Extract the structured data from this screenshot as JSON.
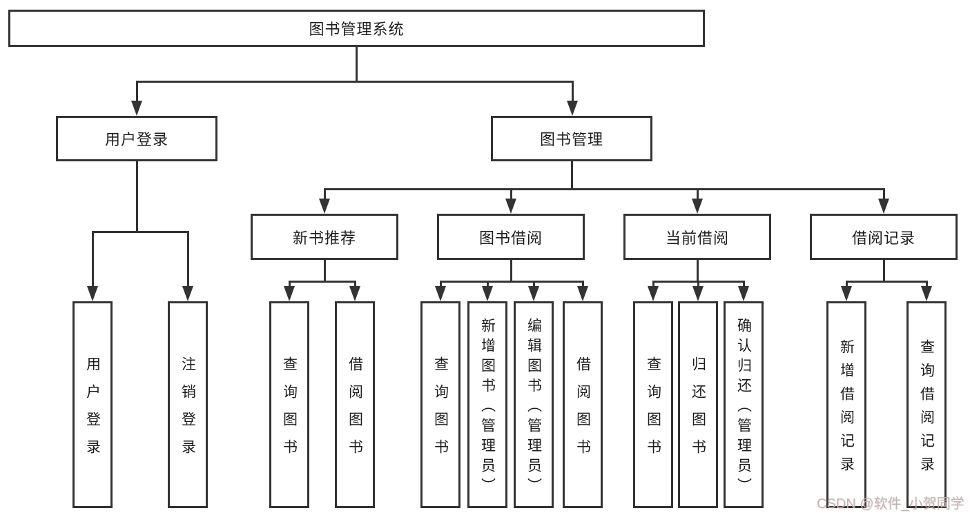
{
  "diagram": {
    "root": {
      "label": "图书管理系统"
    },
    "level2": [
      {
        "label": "用户登录"
      },
      {
        "label": "图书管理"
      }
    ],
    "level3": [
      {
        "label": "新书推荐"
      },
      {
        "label": "图书借阅"
      },
      {
        "label": "当前借阅"
      },
      {
        "label": "借阅记录"
      }
    ],
    "leaves": [
      "用户登录",
      "注销登录",
      "查询图书",
      "借阅图书",
      "查询图书",
      "新增图书（管理员）",
      "编辑图书（管理员）",
      "借阅图书",
      "查询图书",
      "归还图书",
      "确认归还（管理员）",
      "新增借阅记录",
      "查询借阅记录"
    ],
    "edges": [
      {
        "from": "图书管理系统",
        "to": [
          "用户登录",
          "图书管理"
        ]
      },
      {
        "from": "用户登录",
        "to": [
          "用户登录",
          "注销登录"
        ]
      },
      {
        "from": "图书管理",
        "to": [
          "新书推荐",
          "图书借阅",
          "当前借阅",
          "借阅记录"
        ]
      },
      {
        "from": "新书推荐",
        "to": [
          "查询图书",
          "借阅图书"
        ]
      },
      {
        "from": "图书借阅",
        "to": [
          "查询图书",
          "新增图书（管理员）",
          "编辑图书（管理员）",
          "借阅图书"
        ]
      },
      {
        "from": "当前借阅",
        "to": [
          "查询图书",
          "归还图书",
          "确认归还（管理员）"
        ]
      },
      {
        "from": "借阅记录",
        "to": [
          "新增借阅记录",
          "查询借阅记录"
        ]
      }
    ],
    "watermark": "CSDN @软件_小贺同学",
    "colors": {
      "line": "#333333",
      "text": "#1d1d1d",
      "background": "#ffffff",
      "watermark": "#bbb2b2"
    }
  }
}
